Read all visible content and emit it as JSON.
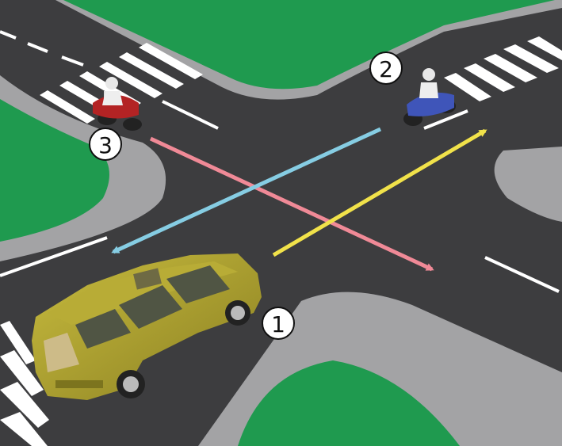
{
  "colors": {
    "grass": "#1f9a4f",
    "road": "#3d3d3f",
    "curb": "#a3a3a5",
    "marking": "#ffffff",
    "arrow_pink": "#f08a97",
    "arrow_blue": "#86cde3",
    "arrow_yellow": "#f1e24a",
    "car_body": "#a69a2b",
    "motorbike_blue": "#3f55b9",
    "motorbike_red": "#b32324"
  },
  "labels": {
    "vehicle_1": "1",
    "vehicle_2": "2",
    "vehicle_3": "3"
  },
  "vehicles": [
    {
      "id": "1",
      "type": "suv",
      "icon": "car-icon"
    },
    {
      "id": "2",
      "type": "motorcycle",
      "icon": "motorcycle-icon"
    },
    {
      "id": "3",
      "type": "motorcycle",
      "icon": "motorcycle-icon"
    }
  ]
}
